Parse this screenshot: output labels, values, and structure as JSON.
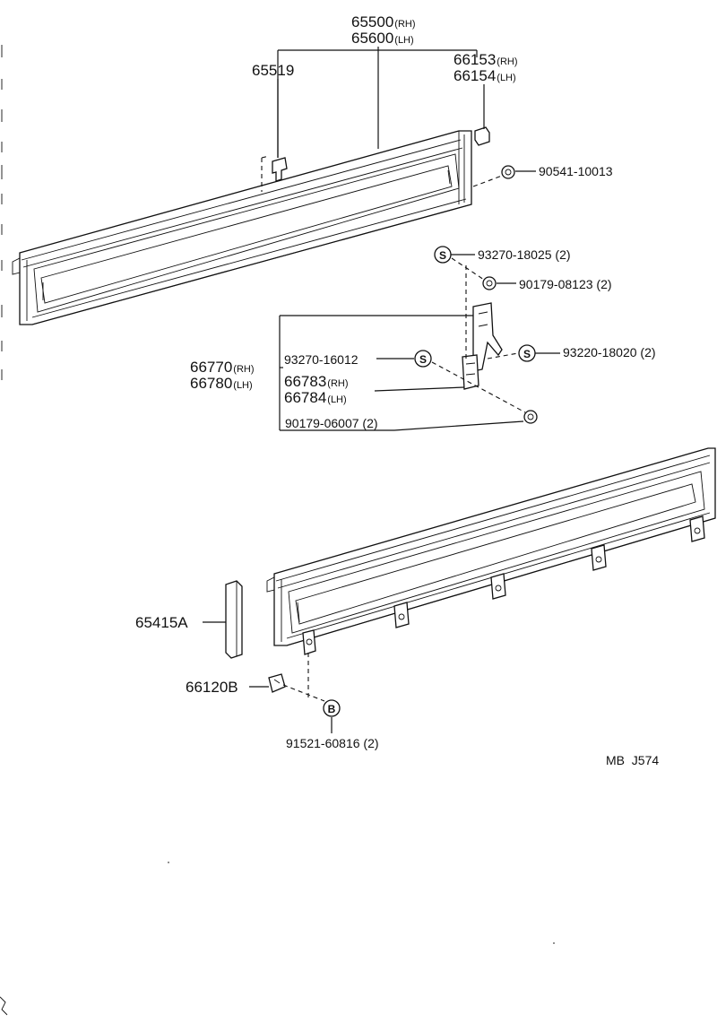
{
  "callouts": {
    "p65500": {
      "num": "65500",
      "side": "(RH)"
    },
    "p65600": {
      "num": "65600",
      "side": "(LH)"
    },
    "p65519": {
      "num": "65519"
    },
    "p66153": {
      "num": "66153",
      "side": "(RH)"
    },
    "p66154": {
      "num": "66154",
      "side": "(LH)"
    },
    "p90541": {
      "num": "90541-10013"
    },
    "p93270a": {
      "num": "93270-18025 (2)"
    },
    "p90179a": {
      "num": "90179-08123 (2)"
    },
    "p66770": {
      "num": "66770",
      "side": "(RH)"
    },
    "p66780": {
      "num": "66780",
      "side": "(LH)"
    },
    "p93270b": {
      "num": "93270-16012"
    },
    "p93220": {
      "num": "93220-18020 (2)"
    },
    "p66783": {
      "num": "66783",
      "side": "(RH)"
    },
    "p66784": {
      "num": "66784",
      "side": "(LH)"
    },
    "p90179b": {
      "num": "90179-06007 (2)"
    },
    "p65415A": {
      "num": "65415A"
    },
    "p66120B": {
      "num": "66120B"
    },
    "p91521": {
      "num": "91521-60816 (2)"
    }
  },
  "symbols": {
    "s_mark": "S",
    "b_mark": "B"
  },
  "diagram_code": "MB  J574"
}
